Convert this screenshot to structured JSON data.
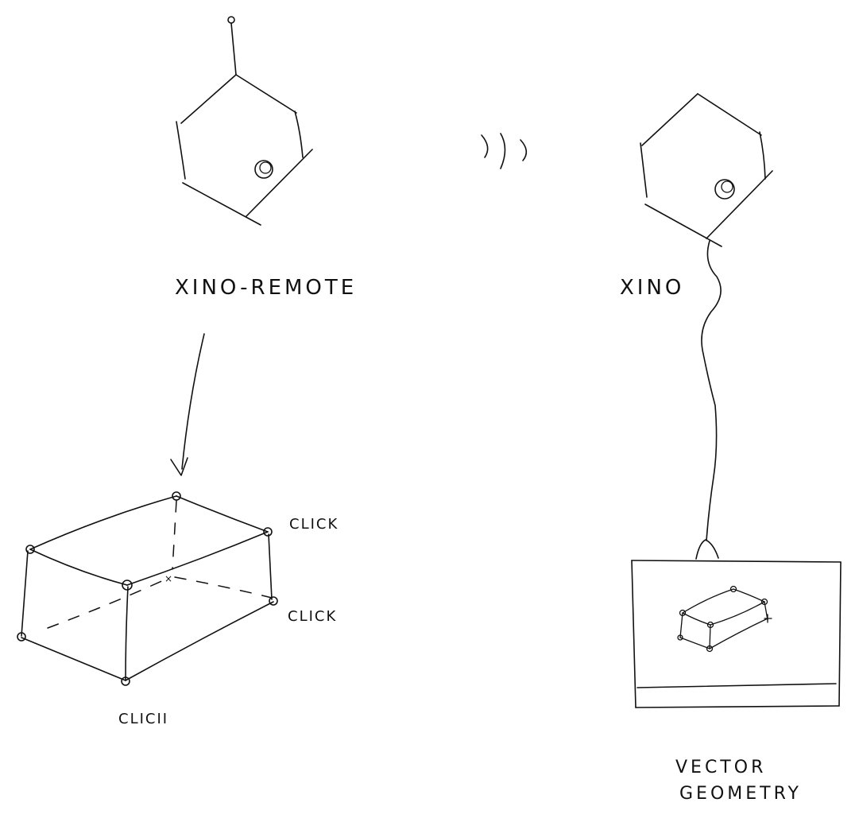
{
  "labels": {
    "remote": "XINO-REMOTE",
    "device": "XINO",
    "click_top_right": "CLICK",
    "click_right": "CLICK",
    "click_bottom": "CLICII",
    "vector_line1": "VECTOR",
    "vector_line2": "GEOMETRY"
  },
  "colors": {
    "ink": "#111111",
    "background": "#ffffff"
  },
  "icons": {
    "signal": "wireless-signal-icon",
    "arrow": "arrow-down-icon"
  }
}
